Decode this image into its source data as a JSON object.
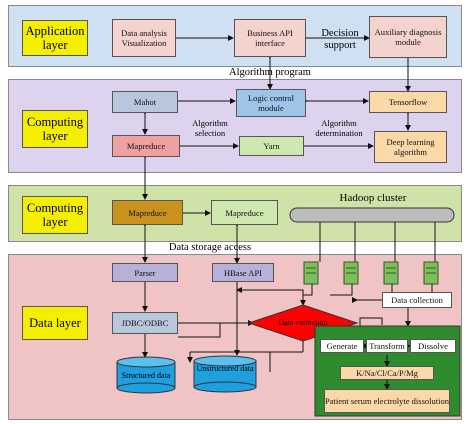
{
  "layers": {
    "application": "Application layer",
    "computing_top": "Computing layer",
    "computing_mid": "Computing layer",
    "data": "Data layer"
  },
  "application": {
    "data_analysis": "Data analysis Visualization",
    "business_api": "Business API interface",
    "decision_support": "Decision support",
    "auxiliary": "Auxiliary diagnosis module"
  },
  "algorithm_program": "Algorithm program",
  "computing_top": {
    "mahot": "Mahot",
    "logic_control": "Logic control module",
    "tensorflow": "Tensorflow",
    "algorithm_selection": "Algorithm selection",
    "algorithm_determination": "Algorithm determination",
    "mapreduce": "Mapreduce",
    "yarn": "Yarn",
    "deep_learning": "Deep learning algorithm"
  },
  "computing_mid": {
    "mapreduce_left": "Mapreduce",
    "mapreduce_right": "Mapreduce",
    "hadoop_cluster": "Hadoop cluster"
  },
  "data_storage_access": "Data storage access",
  "data_layer": {
    "parser": "Parser",
    "hbase_api": "HBase API",
    "jdbc": "JDBC/ODBC",
    "data_extraction": "Data extraction",
    "data_collection": "Data collection",
    "structured": "Structured data",
    "unstructured": "Unstructured data",
    "generate": "Generate",
    "transform": "Transform",
    "dissolve": "Dissolve",
    "electrolytes": "K/Na/Cl/Ca/P/Mg",
    "patient_serum": "Patient serum electrolyte dissolution"
  },
  "colors": {
    "application_band": "#cfe0f2",
    "computing_band": "#ddd3ee",
    "computing_mid_band": "#cfe3a8",
    "data_band": "#f0c4c4",
    "layer_label": "#f5ee00",
    "extraction_diamond": "#ff0000",
    "etl_panel": "#2e8b2e"
  }
}
